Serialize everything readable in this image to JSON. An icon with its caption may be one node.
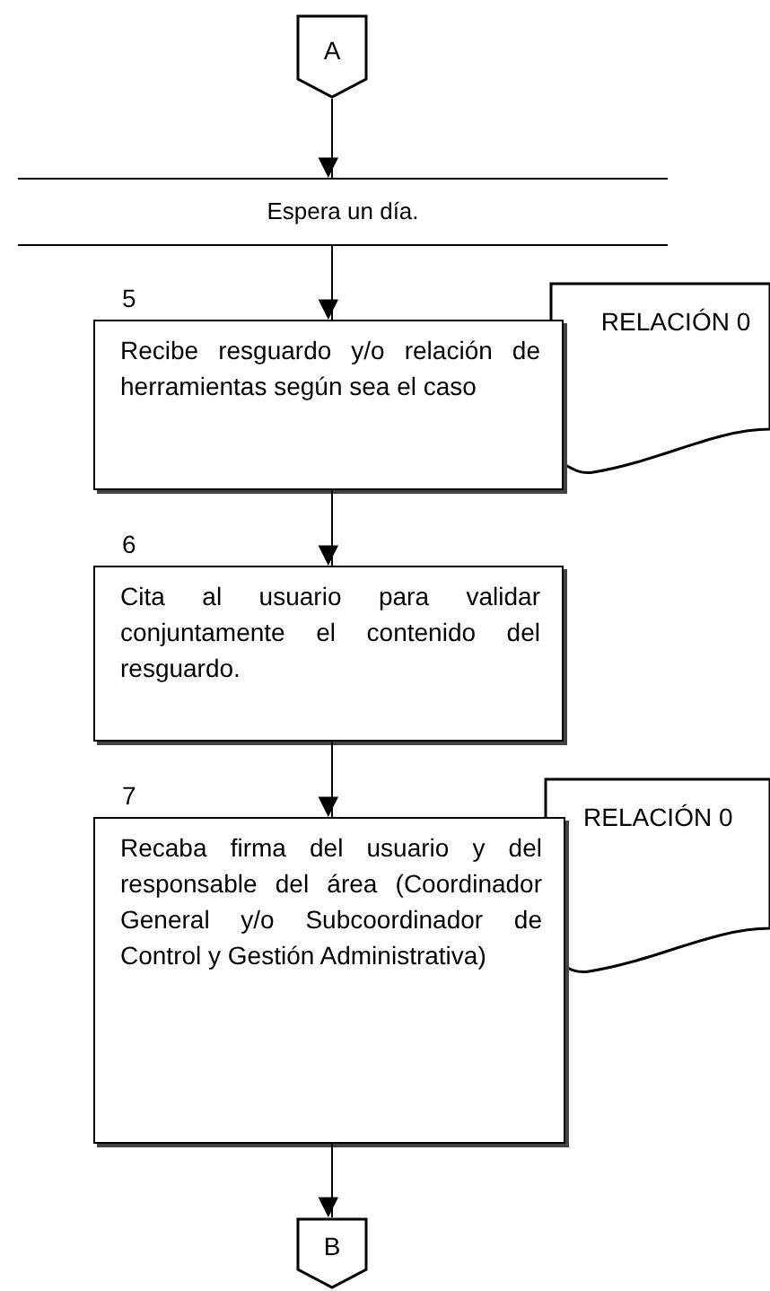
{
  "diagram": {
    "nodes": [
      {
        "text": [
          "A"
        ]
      },
      {
        "text": [
          "Espera un día."
        ]
      },
      {
        "text": [
          "Recibe resguardo y/o relación de herramientas según sea el caso"
        ],
        "beside": [
          "5"
        ]
      },
      {
        "text": [
          "RELACIÓN 0"
        ]
      },
      {
        "text": [
          "Cita al usuario para validar conjuntamente el contenido del resguardo."
        ],
        "beside": [
          "6"
        ]
      },
      {
        "text": [
          "Recaba firma del usuario y del responsable del área (Coordinador General y/o Subcoordinador de Control y Gestión Administrativa)"
        ],
        "beside": [
          "7"
        ]
      },
      {
        "text": [
          "RELACIÓN 0"
        ]
      },
      {
        "text": [
          "B"
        ]
      }
    ],
    "edges": [
      {
        "from": 0,
        "to": 1,
        "arrow": "to"
      },
      {
        "from": 1,
        "to": 2,
        "arrow": "to"
      },
      {
        "from": 2,
        "to": 4,
        "arrow": "to"
      },
      {
        "from": 4,
        "to": 5,
        "arrow": "to"
      },
      {
        "from": 5,
        "to": 7,
        "arrow": "to"
      }
    ]
  }
}
